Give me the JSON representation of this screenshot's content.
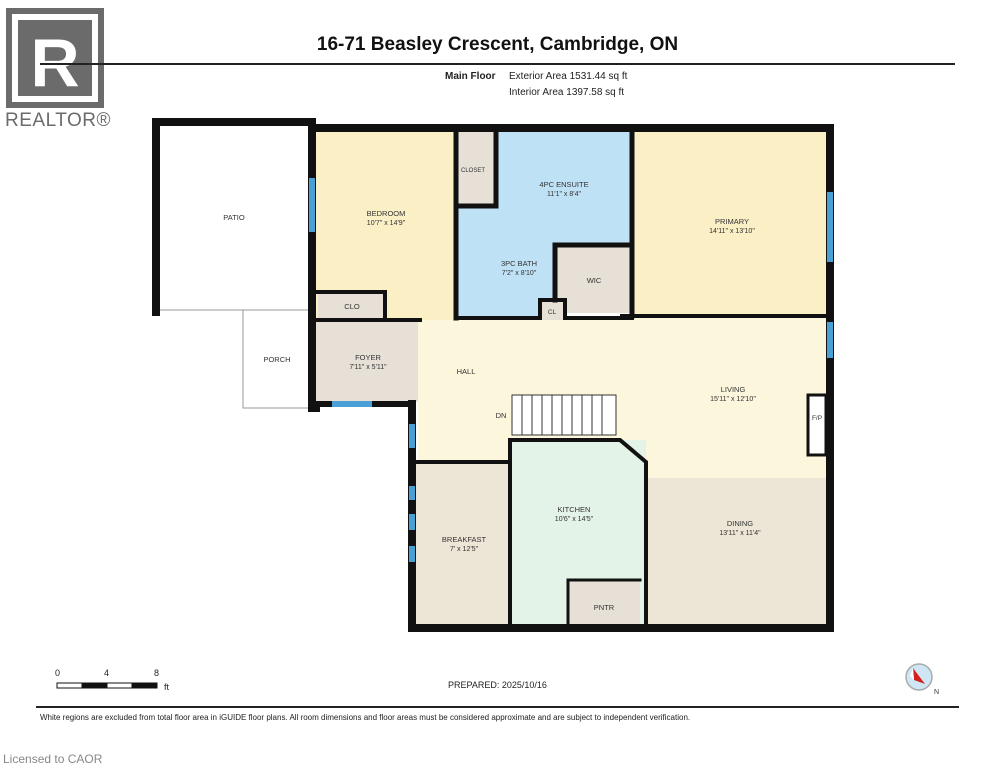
{
  "brand": {
    "logo_text": "REALTOR®",
    "logo_letter": "R"
  },
  "header": {
    "title": "16-71 Beasley Crescent, Cambridge, ON",
    "floor_name": "Main Floor",
    "exterior_area": "Exterior Area 1531.44 sq ft",
    "interior_area": "Interior Area 1397.58 sq ft"
  },
  "rooms": {
    "patio": {
      "name": "PATIO"
    },
    "bedroom": {
      "name": "BEDROOM",
      "dims": "10'7\" x 14'9\""
    },
    "closet": {
      "name": "CLOSET"
    },
    "ensuite": {
      "name": "4PC ENSUITE",
      "dims": "11'1\" x 8'4\""
    },
    "bath": {
      "name": "3PC BATH",
      "dims": "7'2\" x 8'10\""
    },
    "wic": {
      "name": "WIC"
    },
    "cl": {
      "name": "CL"
    },
    "clo": {
      "name": "CLO"
    },
    "primary": {
      "name": "PRIMARY",
      "dims": "14'11\" x 13'10\""
    },
    "porch": {
      "name": "PORCH"
    },
    "foyer": {
      "name": "FOYER",
      "dims": "7'11\" x 5'11\""
    },
    "hall": {
      "name": "HALL"
    },
    "stairs": {
      "name": "DN"
    },
    "living": {
      "name": "LIVING",
      "dims": "15'11\" x 12'10\""
    },
    "fireplace": {
      "name": "F/P"
    },
    "kitchen": {
      "name": "KITCHEN",
      "dims": "10'6\" x 14'5\""
    },
    "breakfast": {
      "name": "BREAKFAST",
      "dims": "7' x 12'5\""
    },
    "pantry": {
      "name": "PNTR"
    },
    "dining": {
      "name": "DINING",
      "dims": "13'11\" x 11'4\""
    }
  },
  "colors": {
    "bedroom": "#fbefc6",
    "bath": "#bfe1f5",
    "utility": "#e6e0d6",
    "hall": "#fbf6dc",
    "kitchen": "#e4f3e8",
    "dining": "#ede5d6",
    "window": "#4a9fd4",
    "wall": "#111111"
  },
  "scale": {
    "ticks": [
      "0",
      "4",
      "8"
    ],
    "unit": "ft"
  },
  "footer": {
    "prepared": "PREPARED: 2025/10/16",
    "compass_label": "N",
    "disclaimer": "White regions are excluded from total floor area in iGUIDE floor plans. All room dimensions and floor areas must be considered approximate and are subject to independent verification.",
    "licensed": "Licensed to CAOR"
  }
}
